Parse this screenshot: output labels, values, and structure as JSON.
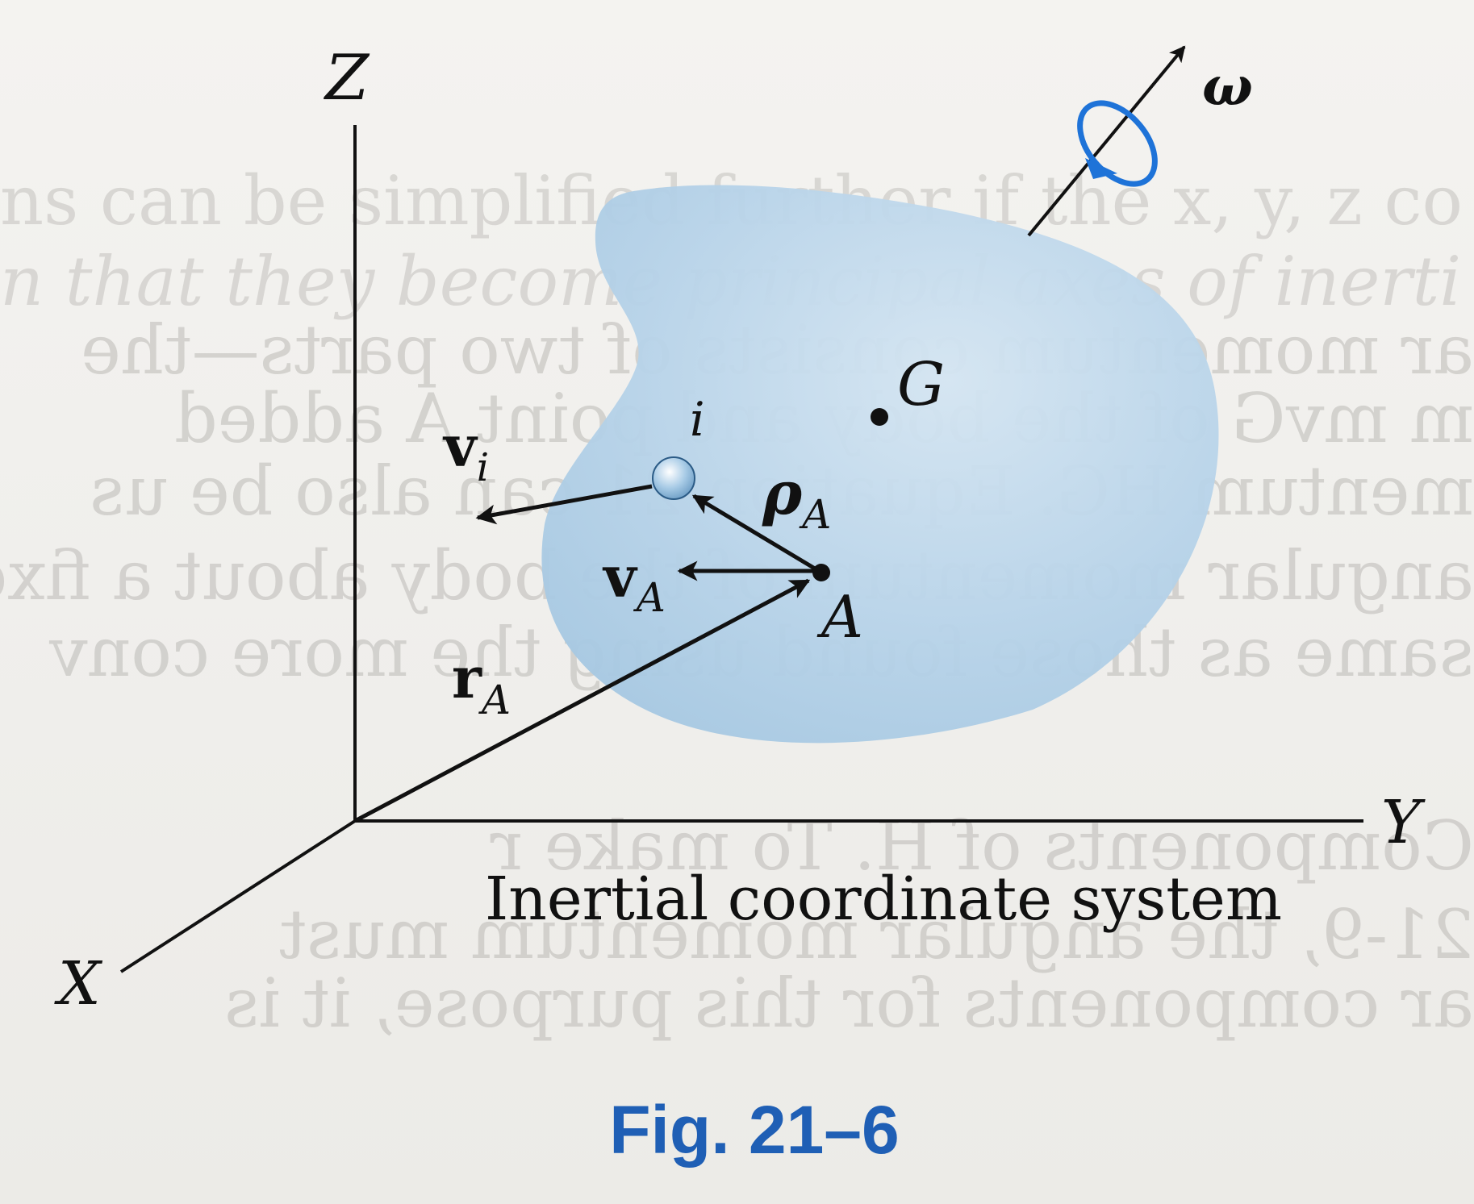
{
  "axes": {
    "z_label": "Z",
    "y_label": "Y",
    "x_label": "X"
  },
  "points": {
    "G": "G",
    "i": "i",
    "A": "A"
  },
  "vectors": {
    "v_i": {
      "base": "v",
      "sub": "i"
    },
    "rho_A": {
      "base": "ρ",
      "sub": "A"
    },
    "v_A": {
      "base": "v",
      "sub": "A"
    },
    "r_A": {
      "base": "r",
      "sub": "A"
    }
  },
  "omega_label": "ω",
  "system_label": "Inertial coordinate system",
  "figure_label": "Fig. 21–6",
  "colors": {
    "body_fill": "#b5d2e8",
    "figure_label": "#1f5fb5",
    "rotation_arrow": "#1e73d8",
    "ink": "#111111"
  }
}
